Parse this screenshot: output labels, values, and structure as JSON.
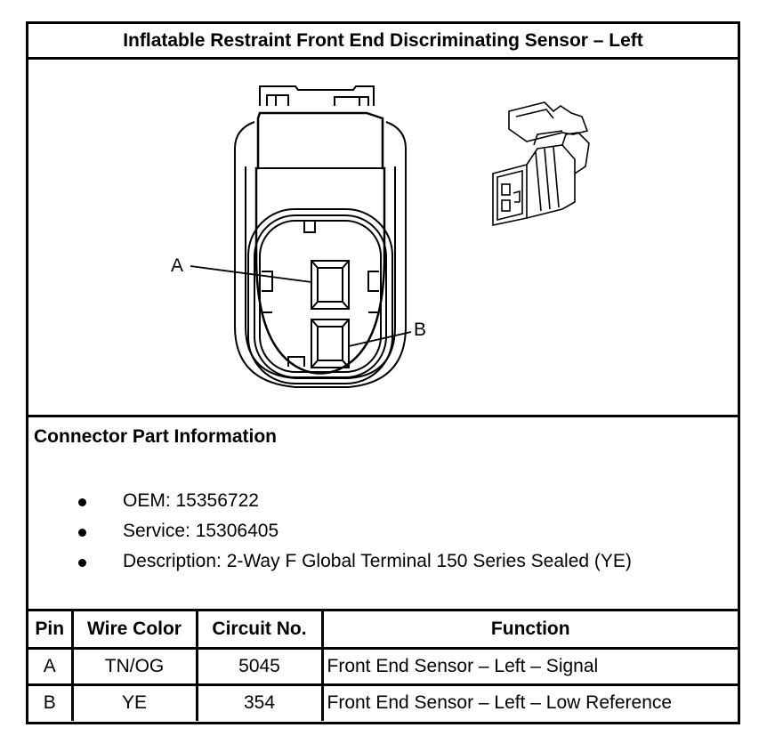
{
  "title": "Inflatable Restraint Front End Discriminating Sensor – Left",
  "diagram": {
    "callouts": [
      "A",
      "B"
    ]
  },
  "connector_info": {
    "heading": "Connector Part Information",
    "items": [
      "OEM: 15356722",
      "Service: 15306405",
      "Description: 2-Way F Global Terminal 150 Series Sealed (YE)"
    ]
  },
  "table": {
    "headers": [
      "Pin",
      "Wire Color",
      "Circuit No.",
      "Function"
    ],
    "rows": [
      [
        "A",
        "TN/OG",
        "5045",
        "Front End Sensor – Left – Signal"
      ],
      [
        "B",
        "YE",
        "354",
        "Front End Sensor – Left – Low Reference"
      ]
    ]
  }
}
